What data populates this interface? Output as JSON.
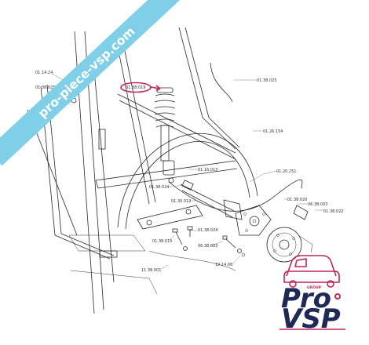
{
  "banner": {
    "text": "pro-piece-vsp.com",
    "color": "#7fcfe8"
  },
  "callouts": [
    {
      "id": "c1",
      "code": "01.14.24"
    },
    {
      "id": "c2",
      "code": "01.38.025"
    },
    {
      "id": "c3",
      "code": "01.38.019",
      "highlighted": true
    },
    {
      "id": "c4",
      "code": "01.38.023"
    },
    {
      "id": "c5",
      "code": "01.26.154"
    },
    {
      "id": "c6",
      "code": "01.16.013"
    },
    {
      "id": "c7",
      "code": "01.20.251"
    },
    {
      "id": "c8",
      "code": "01.38.024"
    },
    {
      "id": "c9",
      "code": "01.30.012"
    },
    {
      "id": "c10",
      "code": "01.38.020"
    },
    {
      "id": "c11",
      "code": "06.38.003"
    },
    {
      "id": "c12",
      "code": "01.38.022"
    },
    {
      "id": "c13",
      "code": "01.38.015"
    },
    {
      "id": "c14",
      "code": "01.38.024"
    },
    {
      "id": "c15",
      "code": "06.38.003"
    },
    {
      "id": "c16",
      "code": "11.38.001"
    },
    {
      "id": "c17",
      "code": "10.14.06"
    }
  ],
  "logo": {
    "group_text": "GROUP",
    "line1": "Pro",
    "line2": "VSP",
    "colors": {
      "primary": "#1e2a55",
      "accent": "#c0245c"
    }
  },
  "colors": {
    "highlight_circle": "#c0245c",
    "line_art": "#2a2a2a"
  }
}
